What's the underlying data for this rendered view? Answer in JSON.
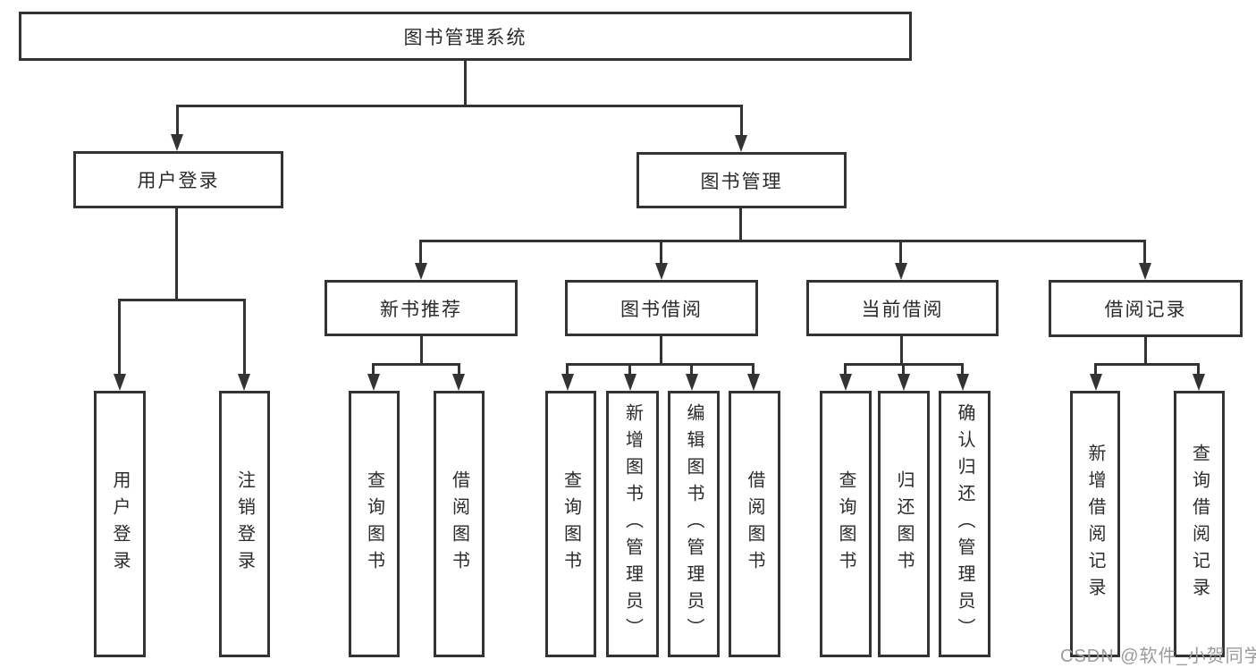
{
  "colors": {
    "line": "#333333",
    "text": "#2b2b2b",
    "watermark": "#9b9b9b",
    "background": "#ffffff"
  },
  "watermark": {
    "text": "CSDN @软件_小贺同学"
  },
  "tree": {
    "root": {
      "label": "图书管理系统"
    },
    "children": [
      {
        "label": "用户登录",
        "children": [
          {
            "label": "用户登录"
          },
          {
            "label": "注销登录"
          }
        ]
      },
      {
        "label": "图书管理",
        "children": [
          {
            "label": "新书推荐",
            "children": [
              {
                "label": "查询图书"
              },
              {
                "label": "借阅图书"
              }
            ]
          },
          {
            "label": "图书借阅",
            "children": [
              {
                "label": "查询图书"
              },
              {
                "label": "新增图书（管理员）"
              },
              {
                "label": "编辑图书（管理员）"
              },
              {
                "label": "借阅图书"
              }
            ]
          },
          {
            "label": "当前借阅",
            "children": [
              {
                "label": "查询图书"
              },
              {
                "label": "归还图书"
              },
              {
                "label": "确认归还（管理员）"
              }
            ]
          },
          {
            "label": "借阅记录",
            "children": [
              {
                "label": "新增借阅记录"
              },
              {
                "label": "查询借阅记录"
              }
            ]
          }
        ]
      }
    ]
  }
}
